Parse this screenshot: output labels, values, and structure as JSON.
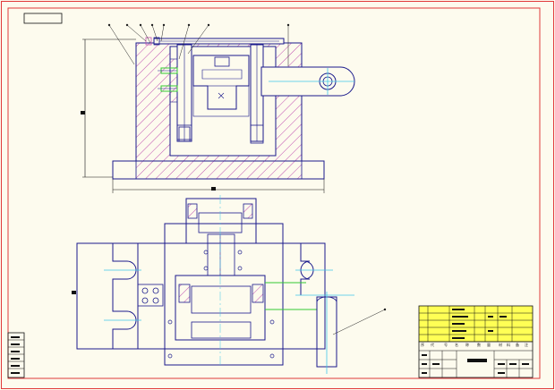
{
  "drawing": {
    "colors": {
      "background": "#fdfbee",
      "frame": "#e03a3a",
      "outline": "#1a1a8c",
      "hatch": "#c04fb0",
      "centerline": "#3fc6e8",
      "green": "#32c832",
      "title_block_fill": "#ffff55",
      "ink": "#111111"
    },
    "title_block": {
      "text_cells": [
        "序",
        "代",
        "号",
        "名",
        "称",
        "数",
        "量",
        "材",
        "料",
        "备",
        "注"
      ]
    },
    "views": [
      "front-section-view",
      "top-view"
    ]
  }
}
